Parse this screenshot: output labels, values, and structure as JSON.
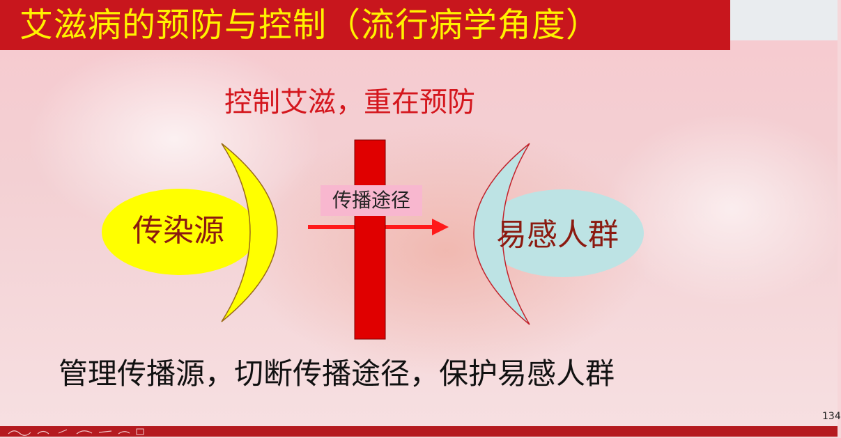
{
  "slide": {
    "title": "艾滋病的预防与控制（流行病学角度）",
    "subtitle": "控制艾滋，重在预防",
    "source_label": "传染源",
    "route_label": "传播途径",
    "target_label": "易感人群",
    "summary": "管理传播源，切断传播途径，保护易感人群",
    "page_number": "134"
  },
  "colors": {
    "title_bar": "#c8161d",
    "title_text": "#fff200",
    "subtitle_text": "#d4161d",
    "source_ellipse": "#ffff00",
    "source_crescent": "#ffff00",
    "barrier": "#e00000",
    "arrow": "#ff1a1a",
    "route_tag": "#f8b7cf",
    "target_ellipse": "#bde3e4",
    "target_crescent": "#bde3e4"
  }
}
